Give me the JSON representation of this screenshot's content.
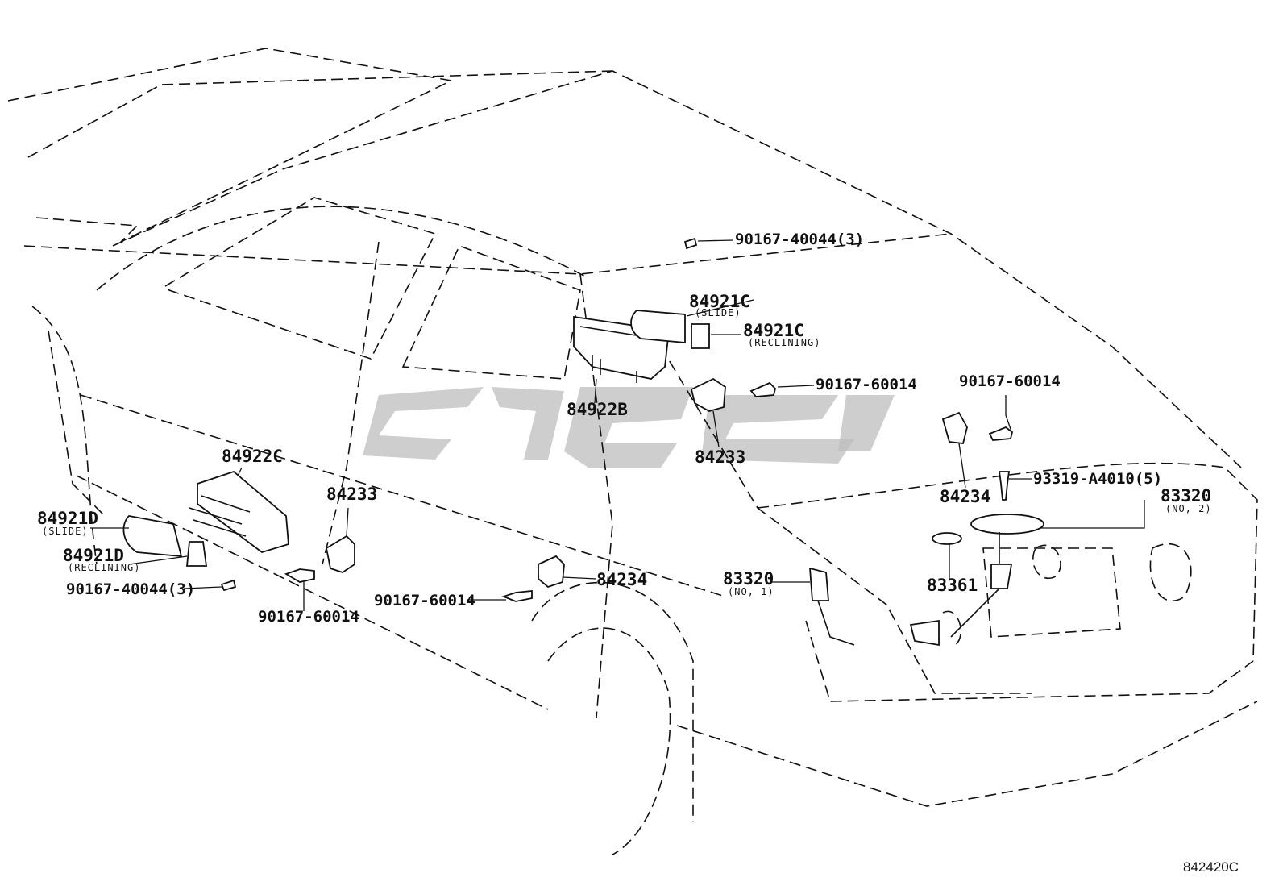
{
  "diagram_code": "842420C",
  "labels": {
    "p90167_40044_top": "90167-40044(3)",
    "p84921C_slide": "84921C",
    "p84921C_slide_sub": "(SLIDE)",
    "p84921C_recl": "84921C",
    "p84921C_recl_sub": "(RECLINING)",
    "p90167_60014_mid": "90167-60014",
    "p90167_60014_right": "90167-60014",
    "p84922B": "84922B",
    "p84233_mid": "84233",
    "p84234_right": "84234",
    "p93319": "93319-A4010(5)",
    "p83320_no2": "83320",
    "p83320_no2_sub": "(NO, 2)",
    "p84922C": "84922C",
    "p84233_left": "84233",
    "p84921D_slide": "84921D",
    "p84921D_slide_sub": "(SLIDE)",
    "p84921D_recl": "84921D",
    "p84921D_recl_sub": "(RECLINING)",
    "p90167_40044_left": "90167-40044(3)",
    "p90167_60014_bottom": "90167-60014",
    "p90167_60014_lower": "90167-60014",
    "p84234_lower": "84234",
    "p83320_no1": "83320",
    "p83320_no1_sub": "(NO, 1)",
    "p83361": "83361"
  }
}
